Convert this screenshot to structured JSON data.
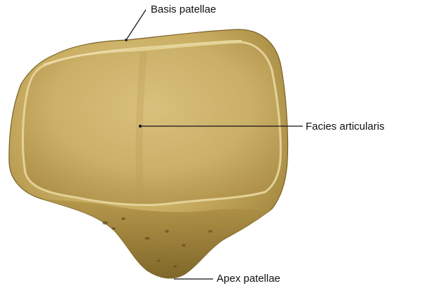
{
  "labels": {
    "basis": "Basis patellae",
    "facies": "Facies articularis",
    "apex": "Apex patellae"
  },
  "colors": {
    "bone_light": "#d6bd78",
    "bone_mid": "#c2a55a",
    "bone_dark": "#8c7330",
    "bone_shadow": "#6b5522",
    "leader_line": "#111111"
  }
}
